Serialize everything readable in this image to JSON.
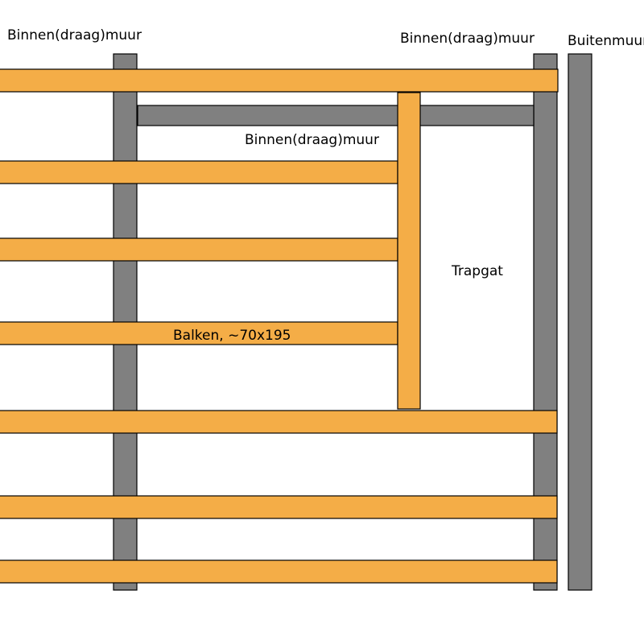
{
  "colors": {
    "wall": "#808080",
    "beam": "#f4ad47",
    "outline": "#000000",
    "background": "#ffffff"
  },
  "labels": {
    "inner_wall_left": "Binnen(draag)muur",
    "inner_wall_right": "Binnen(draag)muur",
    "inner_wall_middle": "Binnen(draag)muur",
    "outer_wall": "Buitenmuur",
    "stairwell": "Trapgat",
    "beams": "Balken, ~70x195"
  }
}
